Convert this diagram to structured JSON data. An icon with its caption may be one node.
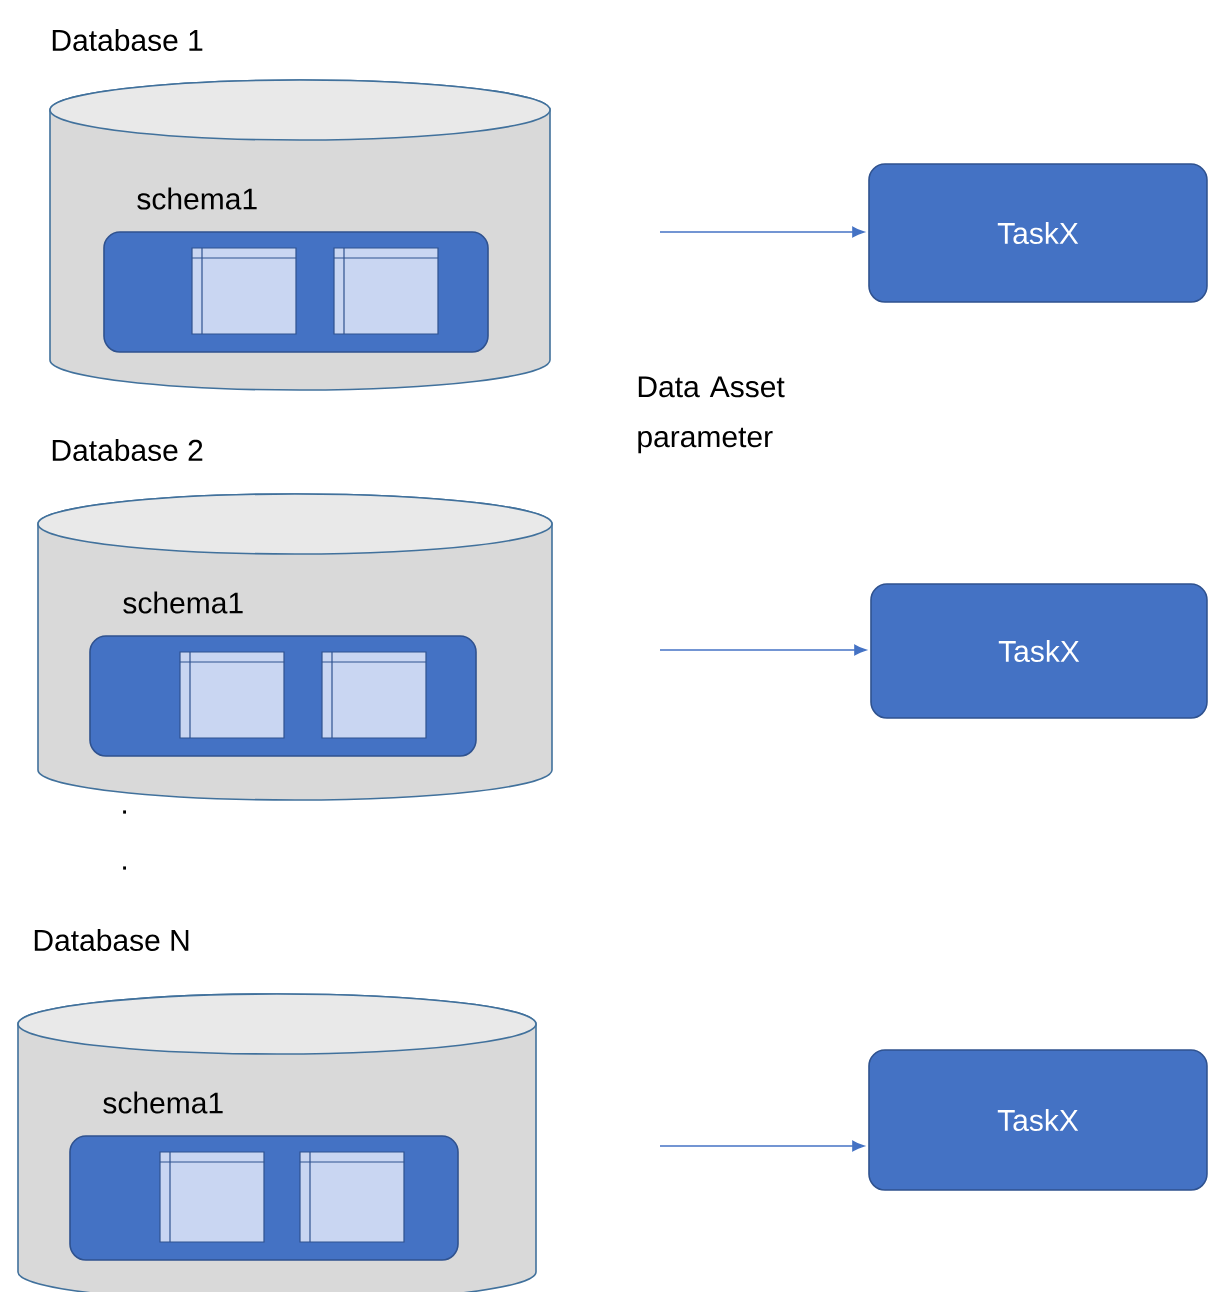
{
  "diagram": {
    "nodes": [
      {
        "text": [
          "Database 1"
        ]
      },
      {
        "text": [
          "schema1"
        ],
        "in": 0
      },
      {
        "text": [
          "TaskX"
        ]
      },
      {
        "text": [
          "Database 2"
        ]
      },
      {
        "text": [
          "schema1"
        ],
        "in": 3
      },
      {
        "text": [
          "TaskX"
        ]
      },
      {
        "text": [
          "Database N"
        ]
      },
      {
        "text": [
          "schema1"
        ],
        "in": 6
      },
      {
        "text": [
          "TaskX"
        ]
      }
    ],
    "edges": [
      {
        "from": null,
        "to": 2,
        "arrow": "to"
      },
      {
        "from": null,
        "to": 5,
        "arrow": "to"
      },
      {
        "from": null,
        "to": 8,
        "arrow": "to"
      }
    ],
    "labels": [
      "Data Asset parameter",
      ".",
      "."
    ]
  }
}
